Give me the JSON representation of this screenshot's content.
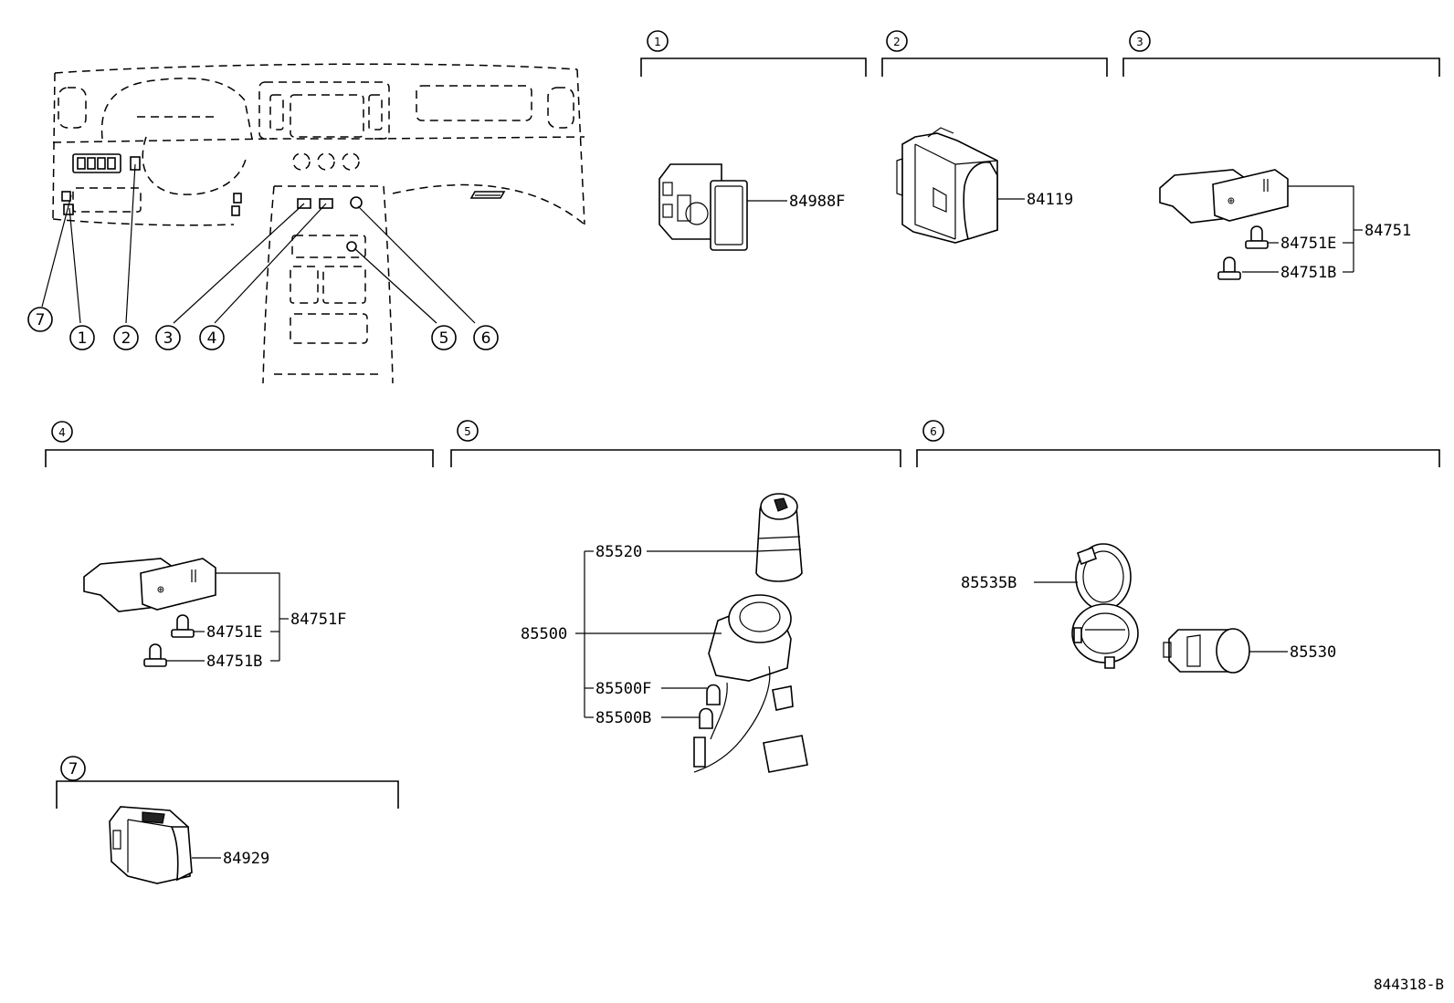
{
  "overview": {
    "callouts": [
      "7",
      "1",
      "2",
      "3",
      "4",
      "5",
      "6"
    ]
  },
  "sections": [
    {
      "id": "1",
      "parts": [
        "84988F"
      ]
    },
    {
      "id": "2",
      "parts": [
        "84119"
      ]
    },
    {
      "id": "3",
      "parts": [
        "84751",
        "84751E",
        "84751B"
      ]
    },
    {
      "id": "4",
      "parts": [
        "84751F",
        "84751E",
        "84751B"
      ]
    },
    {
      "id": "5",
      "parts": [
        "85520",
        "85500",
        "85500F",
        "85500B"
      ]
    },
    {
      "id": "6",
      "parts": [
        "85535B",
        "85530"
      ]
    },
    {
      "id": "7",
      "parts": [
        "84929"
      ]
    }
  ],
  "drawing_code": "844318-B"
}
